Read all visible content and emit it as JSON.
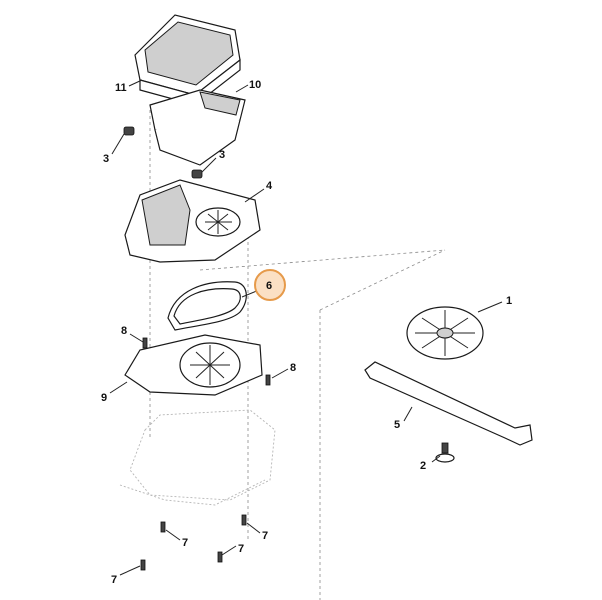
{
  "callouts": {
    "c1": "1",
    "c2": "2",
    "c3a": "3",
    "c3b": "3",
    "c4": "4",
    "c5": "5",
    "c6": "6",
    "c7a": "7",
    "c7b": "7",
    "c7c": "7",
    "c7d": "7",
    "c8a": "8",
    "c8b": "8",
    "c9": "9",
    "c10": "10",
    "c11": "11"
  },
  "colors": {
    "highlight_fill": "#fbe0c4",
    "highlight_stroke": "#e69a4a",
    "line": "#222222"
  }
}
